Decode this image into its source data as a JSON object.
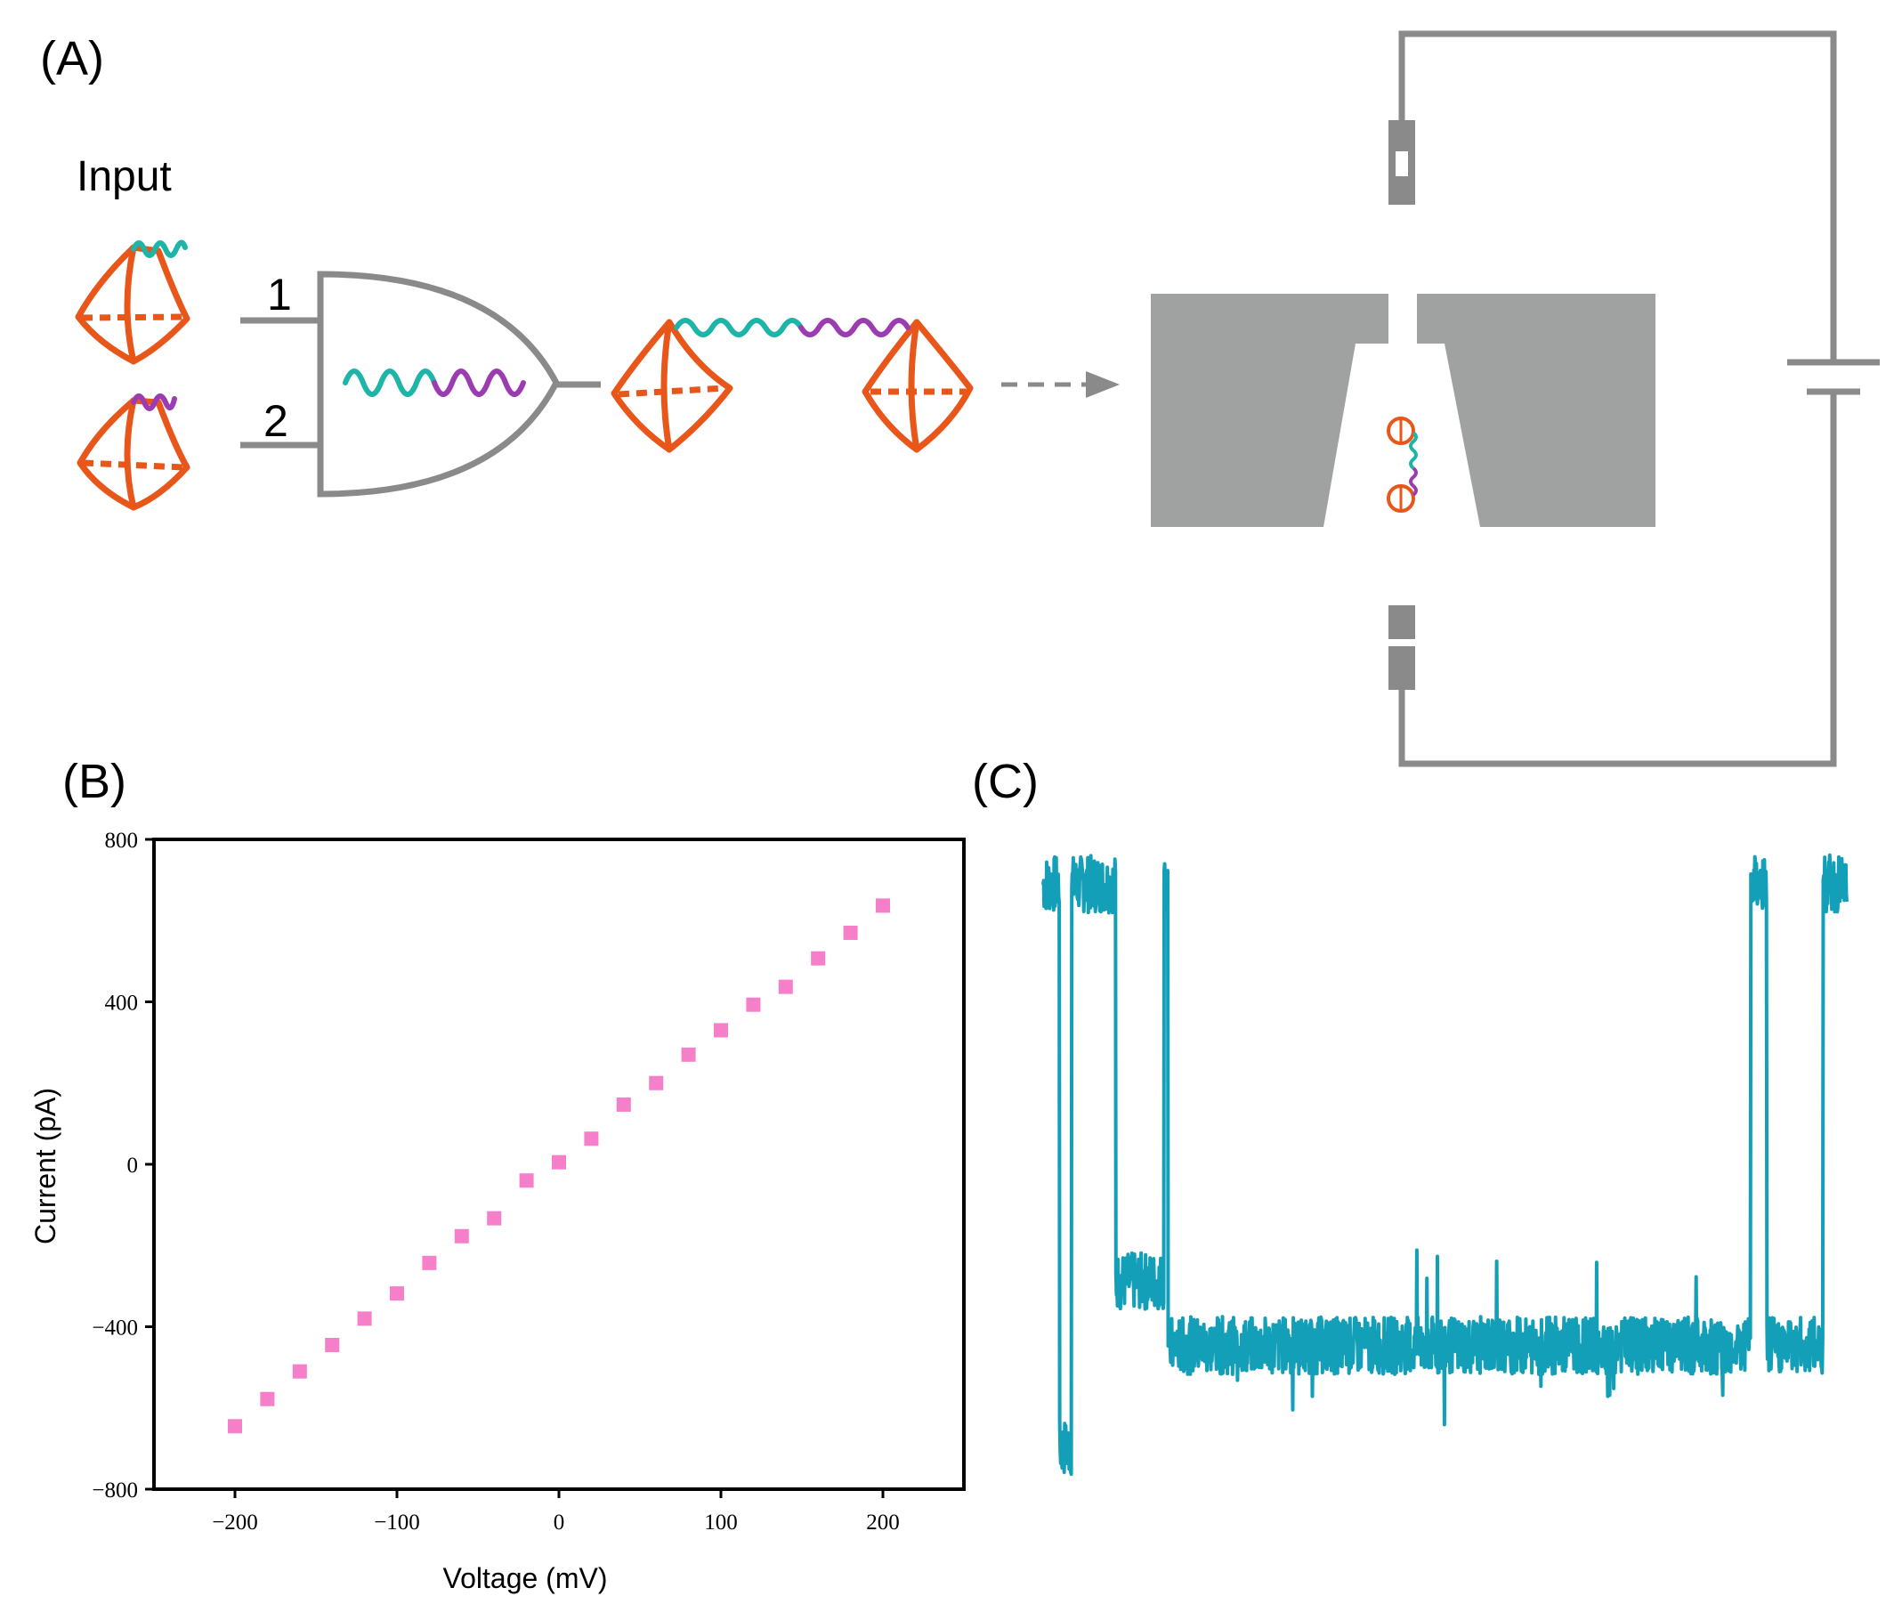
{
  "panels": {
    "a": "(A)",
    "b": "(B)",
    "c": "(C)"
  },
  "diagram": {
    "input_label": "Input",
    "gate_input_1": "1",
    "gate_input_2": "2"
  },
  "colors": {
    "origami": "#E8561A",
    "strand_1": "#1DB5A8",
    "strand_2": "#9B3DB0",
    "circuit": "#8a8a8a",
    "membrane": "#a0a2a1",
    "iv_points": "#F57FC8",
    "trace": "#139FB7"
  },
  "chart_data": {
    "type": "scatter",
    "xlabel": "Voltage (mV)",
    "ylabel": "Current (pA)",
    "xlim": [
      -250,
      250
    ],
    "ylim": [
      -800,
      800
    ],
    "xticks": [
      -200,
      -100,
      0,
      100,
      200
    ],
    "yticks": [
      -800,
      -400,
      0,
      400,
      800
    ],
    "x": [
      -200,
      -180,
      -160,
      -140,
      -120,
      -100,
      -80,
      -60,
      -40,
      -20,
      0,
      20,
      40,
      60,
      80,
      100,
      120,
      140,
      160,
      180,
      200
    ],
    "y": [
      -645,
      -578,
      -510,
      -445,
      -380,
      -318,
      -243,
      -177,
      -133,
      -40,
      5,
      63,
      147,
      200,
      270,
      330,
      393,
      437,
      507,
      570,
      637
    ]
  },
  "trace": {
    "baseline_level": 0.22,
    "open_level": 0.94,
    "segments": [
      {
        "from": 0.0,
        "to": 0.02,
        "level": "open"
      },
      {
        "from": 0.02,
        "to": 0.035,
        "level": "deep"
      },
      {
        "from": 0.035,
        "to": 0.09,
        "level": "open"
      },
      {
        "from": 0.09,
        "to": 0.15,
        "level": "mid"
      },
      {
        "from": 0.15,
        "to": 0.155,
        "level": "open"
      },
      {
        "from": 0.155,
        "to": 0.88,
        "level": "base"
      },
      {
        "from": 0.88,
        "to": 0.9,
        "level": "open"
      },
      {
        "from": 0.9,
        "to": 0.97,
        "level": "base"
      },
      {
        "from": 0.97,
        "to": 1.0,
        "level": "open"
      }
    ]
  }
}
